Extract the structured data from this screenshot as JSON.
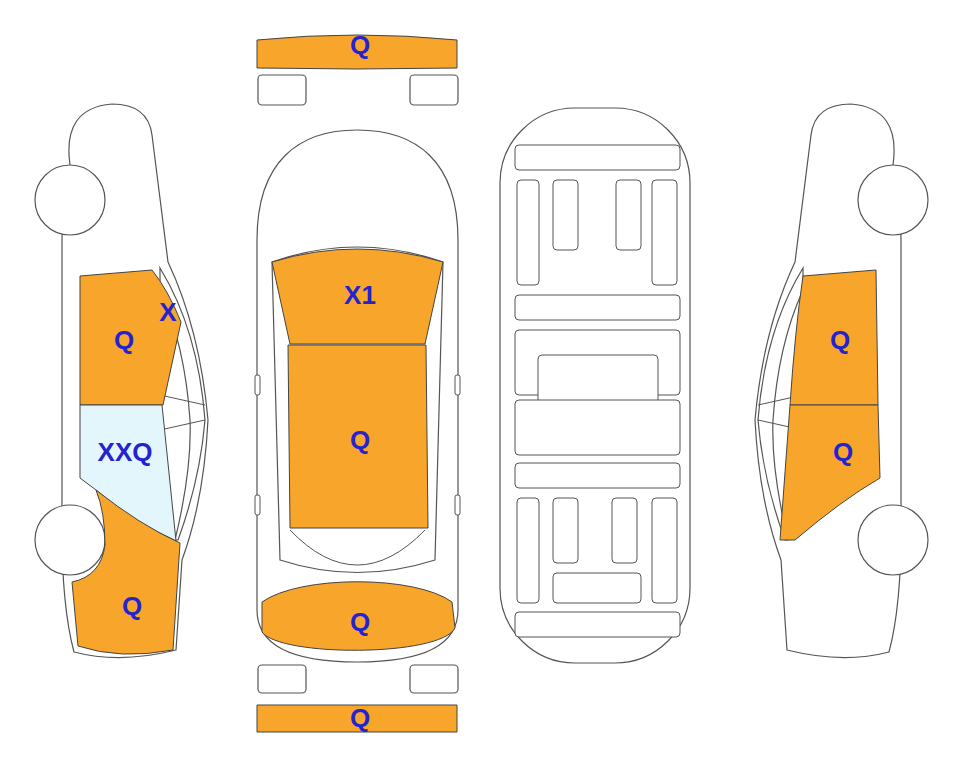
{
  "diagram": {
    "nodes": [
      {
        "text": [
          "Q"
        ]
      },
      {
        "text": [
          "X",
          "Q"
        ]
      },
      {
        "text": [
          "X1"
        ]
      },
      {
        "text": [
          "Q"
        ]
      },
      {
        "text": [
          "Q"
        ]
      },
      {
        "text": [
          "XXQ"
        ]
      },
      {
        "text": [
          "Q"
        ]
      },
      {
        "text": [
          "Q"
        ]
      },
      {
        "text": [
          "Q"
        ]
      },
      {
        "text": [
          "Q"
        ]
      }
    ]
  }
}
